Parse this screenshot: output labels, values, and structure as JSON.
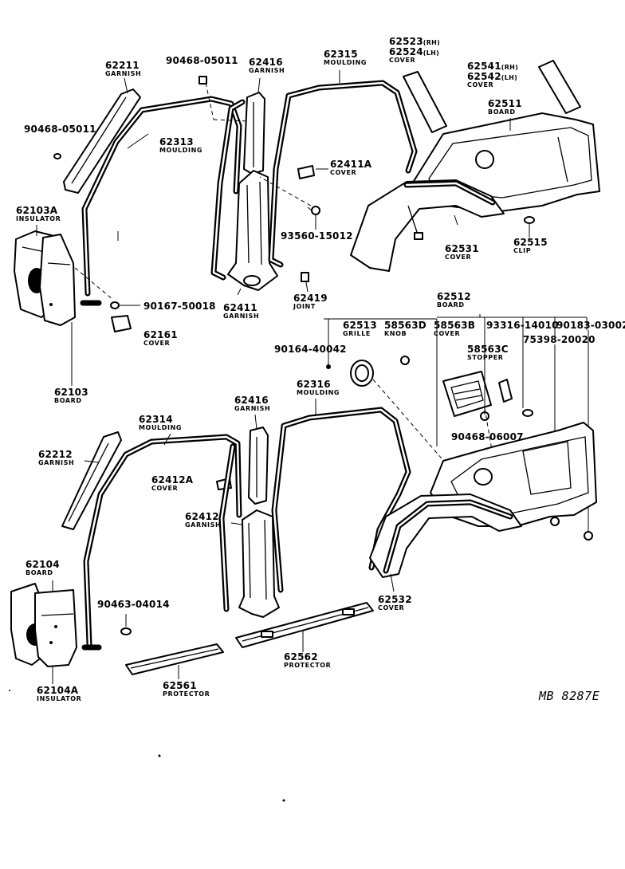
{
  "diagram": {
    "code": "MB 8287E",
    "labels": {
      "p62211": {
        "num": "62211",
        "name": "GARNISH"
      },
      "p90468_05011a": {
        "num": "90468-05011",
        "name": ""
      },
      "p62416a": {
        "num": "62416",
        "name": "GARNISH"
      },
      "p62315": {
        "num": "62315",
        "name": "MOULDING"
      },
      "p62523": {
        "num": "62523",
        "side": "(RH)",
        "name": ""
      },
      "p62524": {
        "num": "62524",
        "side": "(LH)",
        "name": "COVER"
      },
      "p62541": {
        "num": "62541",
        "side": "(RH)",
        "name": ""
      },
      "p62542": {
        "num": "62542",
        "side": "(LH)",
        "name": "COVER"
      },
      "p62511": {
        "num": "62511",
        "name": "BOARD"
      },
      "p90468_05011b": {
        "num": "90468-05011",
        "name": ""
      },
      "p62313": {
        "num": "62313",
        "name": "MOULDING"
      },
      "p62411A": {
        "num": "62411A",
        "name": "COVER"
      },
      "p62103A": {
        "num": "62103A",
        "name": "INSULATOR"
      },
      "p93560": {
        "num": "93560-15012",
        "name": ""
      },
      "p62531": {
        "num": "62531",
        "name": "COVER"
      },
      "p62515": {
        "num": "62515",
        "name": "CLIP"
      },
      "p90167": {
        "num": "90167-50018",
        "name": ""
      },
      "p62411": {
        "num": "62411",
        "name": "GARNISH"
      },
      "p62419": {
        "num": "62419",
        "name": "JOINT"
      },
      "p62512": {
        "num": "62512",
        "name": "BOARD"
      },
      "p62161": {
        "num": "62161",
        "name": "COVER"
      },
      "p62513": {
        "num": "62513",
        "name": "GRILLE"
      },
      "p58563D": {
        "num": "58563D",
        "name": "KNOB"
      },
      "p58563B": {
        "num": "58563B",
        "name": "COVER"
      },
      "p93316": {
        "num": "93316-14010",
        "name": ""
      },
      "p90183": {
        "num": "90183-03002",
        "name": ""
      },
      "p90164": {
        "num": "90164-40042",
        "name": ""
      },
      "p75398": {
        "num": "75398-20020",
        "name": ""
      },
      "p58563C": {
        "num": "58563C",
        "name": "STOPPER"
      },
      "p62103": {
        "num": "62103",
        "name": "BOARD"
      },
      "p62416b": {
        "num": "62416",
        "name": "GARNISH"
      },
      "p62316": {
        "num": "62316",
        "name": "MOULDING"
      },
      "p62314": {
        "num": "62314",
        "name": "MOULDING"
      },
      "p90468_06007": {
        "num": "90468-06007",
        "name": ""
      },
      "p62212": {
        "num": "62212",
        "name": "GARNISH"
      },
      "p62412A": {
        "num": "62412A",
        "name": "COVER"
      },
      "p62412": {
        "num": "62412",
        "name": "GARNISH"
      },
      "p62104": {
        "num": "62104",
        "name": "BOARD"
      },
      "p62532": {
        "num": "62532",
        "name": "COVER"
      },
      "p90463": {
        "num": "90463-04014",
        "name": ""
      },
      "p62562": {
        "num": "62562",
        "name": "PROTECTOR"
      },
      "p62561": {
        "num": "62561",
        "name": "PROTECTOR"
      },
      "p62104A": {
        "num": "62104A",
        "name": "INSULATOR"
      }
    }
  }
}
